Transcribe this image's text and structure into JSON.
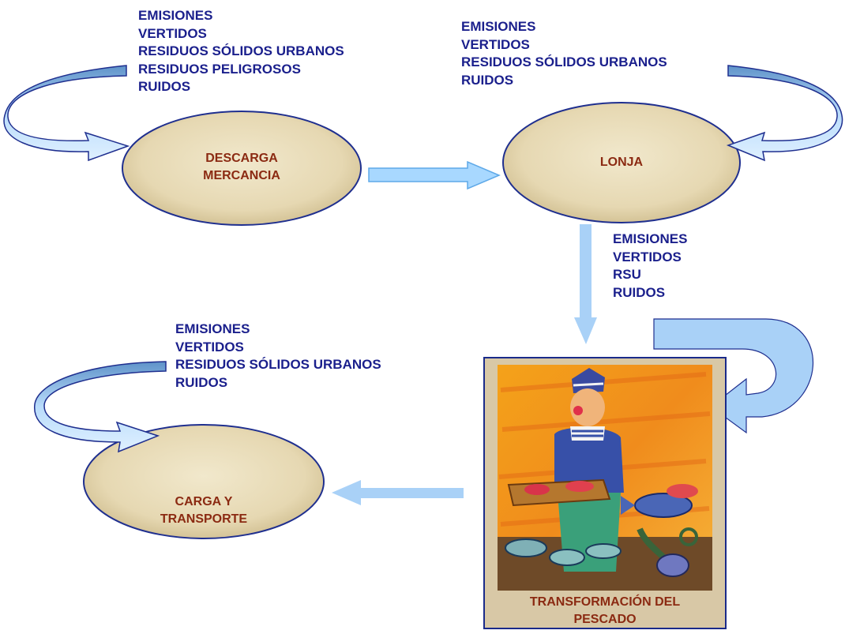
{
  "nodes": {
    "descarga": {
      "line1": "DESCARGA",
      "line2": "MERCANCIA"
    },
    "lonja": {
      "line1": "LONJA"
    },
    "carga": {
      "line1": "CARGA Y",
      "line2": "TRANSPORTE"
    },
    "transformacion": {
      "line1": "TRANSFORMACIÓN DEL",
      "line2": "PESCADO"
    }
  },
  "impacts": {
    "descarga": [
      "EMISIONES",
      "VERTIDOS",
      "RESIDUOS SÓLIDOS URBANOS",
      "RESIDUOS PELIGROSOS",
      "RUIDOS"
    ],
    "lonja": [
      "EMISIONES",
      "VERTIDOS",
      "RESIDUOS SÓLIDOS URBANOS",
      "RUIDOS"
    ],
    "transformacion": [
      "EMISIONES",
      "VERTIDOS",
      "RSU",
      "RUIDOS"
    ],
    "carga": [
      "EMISIONES",
      "VERTIDOS",
      "RESIDUOS SÓLIDOS URBANOS",
      "RUIDOS"
    ]
  },
  "colors": {
    "label_text": "#1a1f8c",
    "node_text": "#8b2a12",
    "ellipse_fill": "#e8dcb9",
    "arrow_fill": "#9ec9f2"
  }
}
